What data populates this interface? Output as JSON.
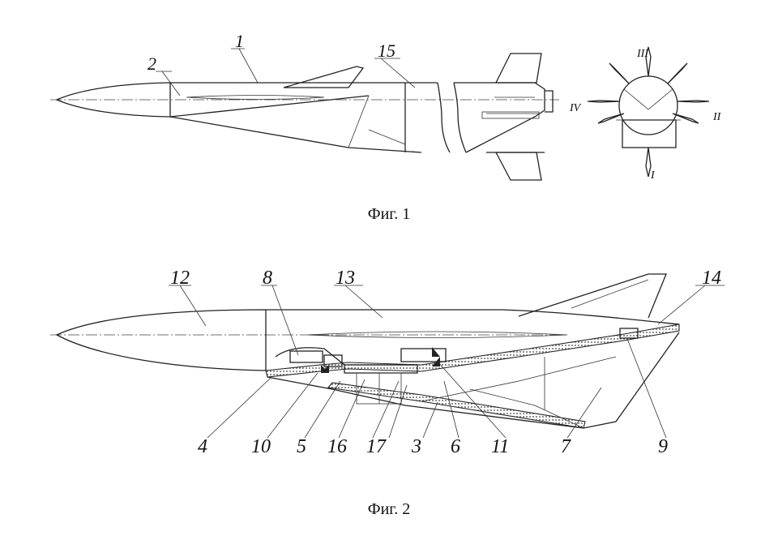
{
  "figures": [
    {
      "caption": "Фиг. 1",
      "callouts": [
        "1",
        "2",
        "15"
      ],
      "section_labels": [
        "I",
        "II",
        "III",
        "IV"
      ]
    },
    {
      "caption": "Фиг. 2",
      "callouts_top": [
        "12",
        "8",
        "13",
        "14"
      ],
      "callouts_bottom": [
        "4",
        "10",
        "5",
        "16",
        "17",
        "3",
        "6",
        "11",
        "7",
        "9"
      ]
    }
  ]
}
